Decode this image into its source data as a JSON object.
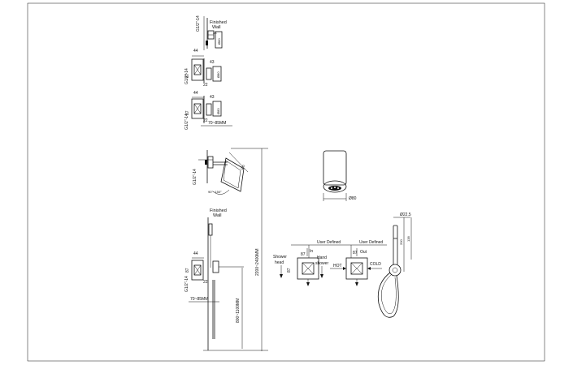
{
  "labels": {
    "finished_wall": "Finished",
    "wall": "Wall",
    "thread_half": "G1/2\"-14",
    "dim_43": "43",
    "dim_44": "44",
    "dim_87": "87",
    "dim_22": "22",
    "dim_80": "Ø80",
    "dim_70_85": "70~85MM",
    "dim_2200_2400": "2200~2400MM",
    "dim_800_1100": "800~1100MM",
    "angle": "90°~150°",
    "dim_180": "180",
    "dim_22_5": "Ø22.5",
    "dim_200": "200",
    "dim_138": "138",
    "user_defined": "User Defined",
    "shower_head_1": "Shower",
    "shower_head_2": "head",
    "hand_shower_1": "Hand",
    "hand_shower_2": "shower",
    "in": "In",
    "out": "Out",
    "hot": "HOT",
    "cold": "COLD"
  }
}
